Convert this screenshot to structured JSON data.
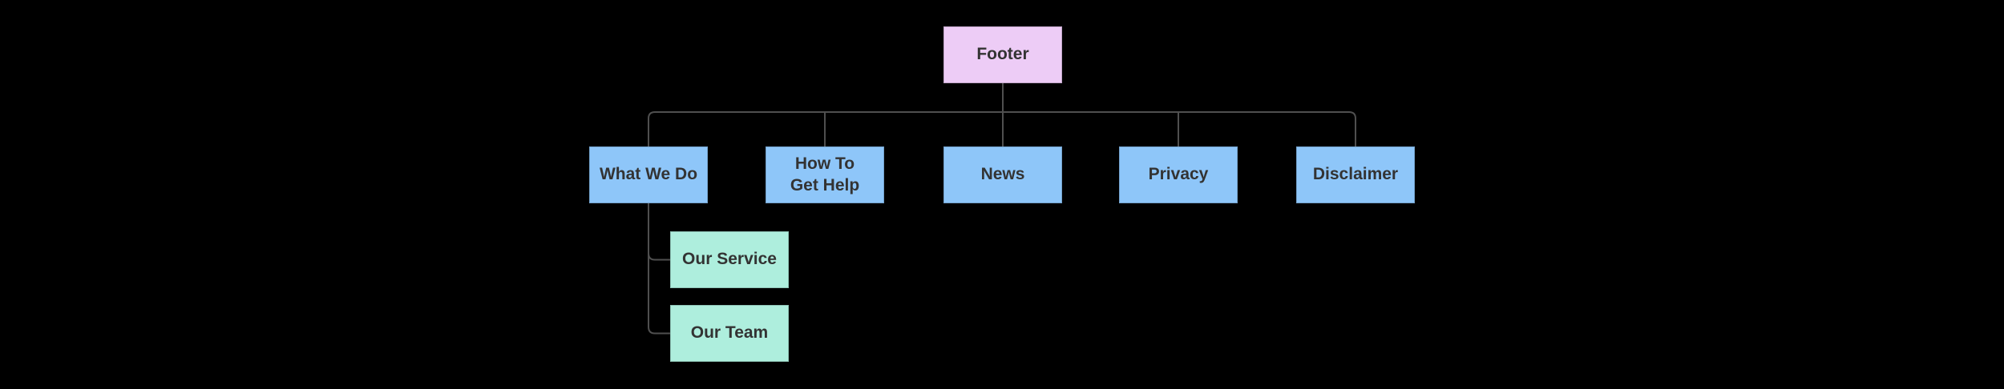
{
  "diagram": {
    "type": "flowchart-sitemap",
    "background": "#000000",
    "edge_color": "#4f4f4f",
    "text_color": "#333333",
    "nodes": {
      "footer": {
        "label": "Footer",
        "fill": "#edccf6"
      },
      "what_we_do": {
        "label": "What We Do",
        "fill": "#8ec6f9"
      },
      "how_to_get_help": {
        "label": "How To\nGet Help",
        "fill": "#8ec6f9"
      },
      "news": {
        "label": "News",
        "fill": "#8ec6f9"
      },
      "privacy": {
        "label": "Privacy",
        "fill": "#8ec6f9"
      },
      "disclaimer": {
        "label": "Disclaimer",
        "fill": "#8ec6f9"
      },
      "our_service": {
        "label": "Our Service",
        "fill": "#aeeedd"
      },
      "our_team": {
        "label": "Our Team",
        "fill": "#aeeedd"
      }
    },
    "edges": [
      {
        "from": "footer",
        "to": "what_we_do"
      },
      {
        "from": "footer",
        "to": "how_to_get_help"
      },
      {
        "from": "footer",
        "to": "news"
      },
      {
        "from": "footer",
        "to": "privacy"
      },
      {
        "from": "footer",
        "to": "disclaimer"
      },
      {
        "from": "what_we_do",
        "to": "our_service"
      },
      {
        "from": "what_we_do",
        "to": "our_team"
      }
    ]
  }
}
